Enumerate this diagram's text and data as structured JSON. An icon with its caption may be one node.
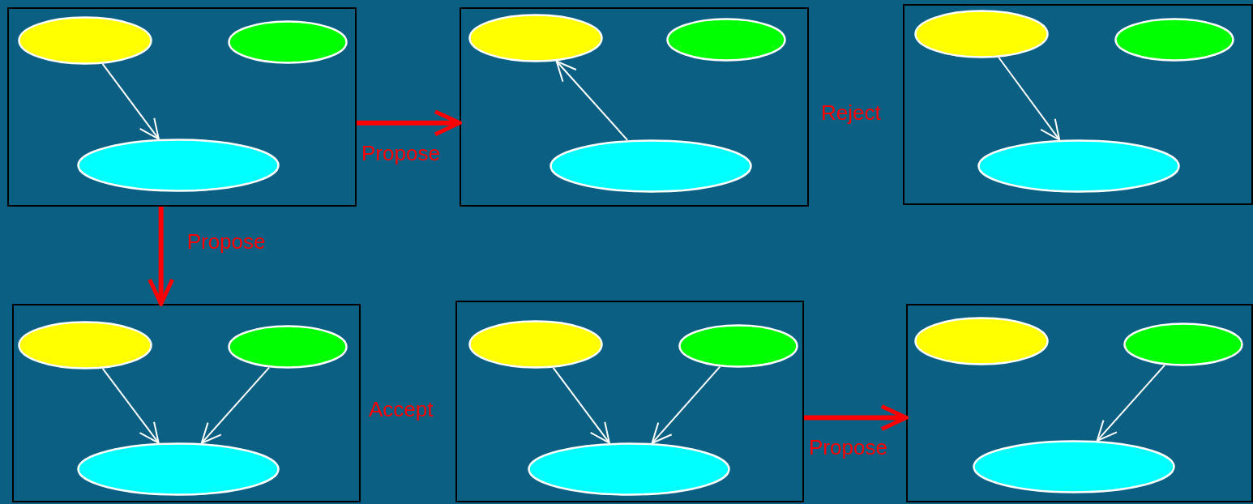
{
  "diagram": {
    "nodes": [
      {
        "text": [],
        "shape": "box"
      },
      {
        "text": [],
        "shape": "ellipse",
        "in": 0
      },
      {
        "text": [],
        "shape": "ellipse",
        "in": 0
      },
      {
        "text": [],
        "shape": "ellipse",
        "in": 0
      },
      {
        "text": [],
        "shape": "box"
      },
      {
        "text": [],
        "shape": "ellipse",
        "in": 4
      },
      {
        "text": [],
        "shape": "ellipse",
        "in": 4
      },
      {
        "text": [],
        "shape": "ellipse",
        "in": 4
      },
      {
        "text": [],
        "shape": "box"
      },
      {
        "text": [],
        "shape": "ellipse",
        "in": 8
      },
      {
        "text": [],
        "shape": "ellipse",
        "in": 8
      },
      {
        "text": [],
        "shape": "ellipse",
        "in": 8
      },
      {
        "text": [],
        "shape": "box"
      },
      {
        "text": [],
        "shape": "ellipse",
        "in": 12
      },
      {
        "text": [],
        "shape": "ellipse",
        "in": 12
      },
      {
        "text": [],
        "shape": "ellipse",
        "in": 12
      },
      {
        "text": [],
        "shape": "box"
      },
      {
        "text": [],
        "shape": "ellipse",
        "in": 16
      },
      {
        "text": [],
        "shape": "ellipse",
        "in": 16
      },
      {
        "text": [],
        "shape": "ellipse",
        "in": 16
      },
      {
        "text": [],
        "shape": "box"
      },
      {
        "text": [],
        "shape": "ellipse",
        "in": 20
      },
      {
        "text": [],
        "shape": "ellipse",
        "in": 20
      },
      {
        "text": [],
        "shape": "ellipse",
        "in": 20
      }
    ],
    "edges": [
      {
        "from": 1,
        "to": 3,
        "arrow": "to"
      },
      {
        "from": 7,
        "to": 5,
        "arrow": "to"
      },
      {
        "from": 9,
        "to": 11,
        "arrow": "to"
      },
      {
        "from": 13,
        "to": 15,
        "arrow": "to"
      },
      {
        "from": 14,
        "to": 15,
        "arrow": "to"
      },
      {
        "from": 17,
        "to": 19,
        "arrow": "to"
      },
      {
        "from": 18,
        "to": 19,
        "arrow": "to"
      },
      {
        "from": 22,
        "to": 23,
        "arrow": "to"
      },
      {
        "from": 0,
        "to": 4,
        "arrow": "to",
        "label": "Propose",
        "style": "thick",
        "color": "#ff0000"
      },
      {
        "from": 0,
        "to": 12,
        "arrow": "to",
        "label": "Propose",
        "style": "thick",
        "color": "#ff0000"
      },
      {
        "from": 16,
        "to": 20,
        "arrow": "to",
        "label": "Propose",
        "style": "thick",
        "color": "#ff0000"
      }
    ],
    "labels": [
      "Reject",
      "Accept"
    ]
  }
}
